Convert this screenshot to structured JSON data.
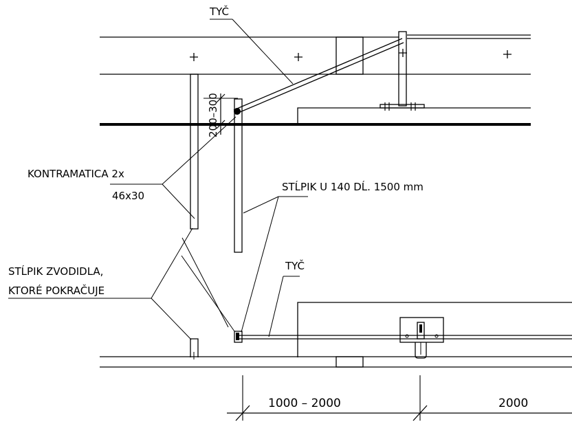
{
  "labels": {
    "tyc_top": "TYČ",
    "kontramatica_line1": "KONTRAMATICA 2x",
    "kontramatica_line2": "46x30",
    "stlpik_u140": "STĹPIK U 140 DĹ. 1500 mm",
    "stlpik_zvodidla_line1": "STĹPIK ZVODIDLA,",
    "stlpik_zvodidla_line2": "KTORÉ POKRAČUJE",
    "tyc_bottom": "TYČ",
    "dim_vertical": "200–300",
    "dim_left": "1000 – 2000",
    "dim_right": "2000"
  },
  "colors": {
    "line": "#000000",
    "background": "#ffffff"
  }
}
